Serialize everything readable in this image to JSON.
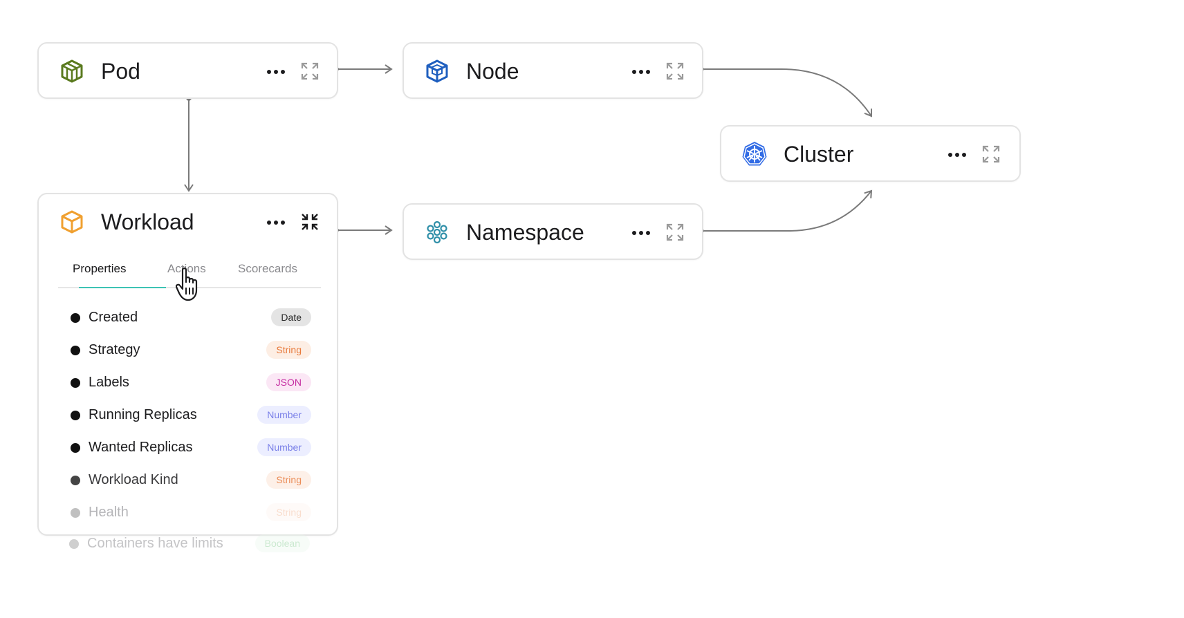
{
  "nodes": {
    "pod": {
      "title": "Pod"
    },
    "node": {
      "title": "Node"
    },
    "cluster": {
      "title": "Cluster"
    },
    "namespace": {
      "title": "Namespace"
    },
    "workload": {
      "title": "Workload",
      "tabs": [
        {
          "label": "Properties",
          "active": true
        },
        {
          "label": "Actions",
          "active": false
        },
        {
          "label": "Scorecards",
          "active": false
        }
      ],
      "properties": [
        {
          "label": "Created",
          "type": "Date"
        },
        {
          "label": "Strategy",
          "type": "String"
        },
        {
          "label": "Labels",
          "type": "JSON"
        },
        {
          "label": "Running Replicas",
          "type": "Number"
        },
        {
          "label": "Wanted Replicas",
          "type": "Number"
        },
        {
          "label": "Workload Kind",
          "type": "String"
        },
        {
          "label": "Health",
          "type": "String"
        },
        {
          "label": "Containers have limits",
          "type": "Boolean"
        }
      ]
    }
  },
  "colors": {
    "pod_icon": "#5a7a1f",
    "node_icon": "#1f5fbf",
    "cluster_icon": "#326ce5",
    "namespace_icon": "#2f8fa8",
    "workload_icon": "#f0a030",
    "edge": "#7a7a7a",
    "tab_underline": "#3cc3b4",
    "badge_date_bg": "#e4e4e4",
    "badge_date_fg": "#2a2a2a",
    "badge_string_bg": "#fdeee4",
    "badge_string_fg": "#e87a3c",
    "badge_json_bg": "#fbe7f5",
    "badge_json_fg": "#c42aa0",
    "badge_number_bg": "#eceeff",
    "badge_number_fg": "#7a80e8",
    "badge_boolean_bg": "#e7f8ea",
    "badge_boolean_fg": "#57b865"
  }
}
